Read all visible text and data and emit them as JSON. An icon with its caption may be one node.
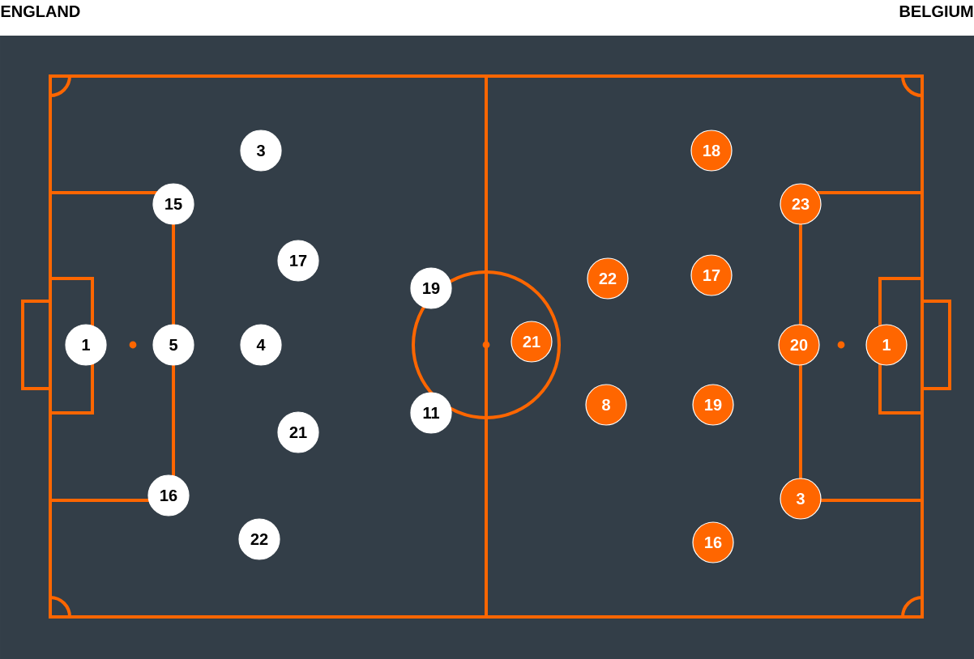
{
  "diagram": {
    "nodes": [
      {
        "text": [
          "3"
        ]
      },
      {
        "text": [
          "15"
        ]
      },
      {
        "text": [
          "17"
        ]
      },
      {
        "text": [
          "19"
        ]
      },
      {
        "text": [
          "1"
        ]
      },
      {
        "text": [
          "5"
        ]
      },
      {
        "text": [
          "4"
        ]
      },
      {
        "text": [
          "11"
        ]
      },
      {
        "text": [
          "21"
        ]
      },
      {
        "text": [
          "16"
        ]
      },
      {
        "text": [
          "22"
        ]
      },
      {
        "text": [
          "18"
        ]
      },
      {
        "text": [
          "23"
        ]
      },
      {
        "text": [
          "22"
        ]
      },
      {
        "text": [
          "17"
        ]
      },
      {
        "text": [
          "21"
        ]
      },
      {
        "text": [
          "20"
        ]
      },
      {
        "text": [
          "1"
        ]
      },
      {
        "text": [
          "8"
        ]
      },
      {
        "text": [
          "19"
        ]
      },
      {
        "text": [
          "3"
        ]
      },
      {
        "text": [
          "16"
        ]
      }
    ],
    "labels": [
      "ENGLAND",
      "BELGIUM"
    ]
  }
}
